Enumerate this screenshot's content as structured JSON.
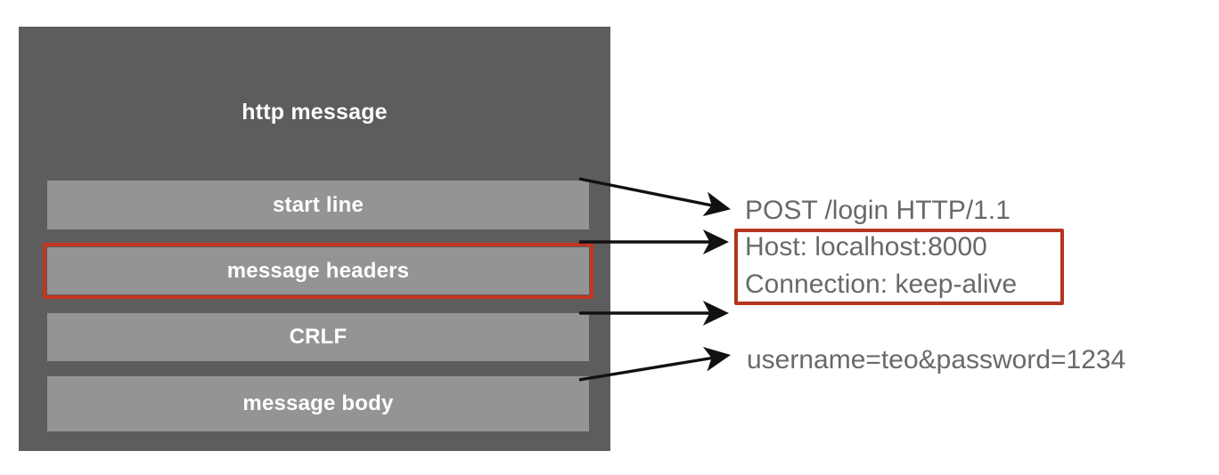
{
  "diagram": {
    "title": "http message",
    "container_color": "#5d5d5d",
    "box_color": "#949494",
    "highlight_color": "#c5341f",
    "text_color": "#ffffff",
    "sample_text_color": "#696969",
    "parts": [
      {
        "label": "start line",
        "highlighted": false
      },
      {
        "label": "message headers",
        "highlighted": true
      },
      {
        "label": "CRLF",
        "highlighted": false
      },
      {
        "label": "message body",
        "highlighted": false
      }
    ],
    "samples": {
      "start_line": "POST /login HTTP/1.1",
      "header_host": "Host: localhost:8000",
      "header_connection": "Connection: keep-alive",
      "body": "username=teo&password=1234"
    }
  }
}
